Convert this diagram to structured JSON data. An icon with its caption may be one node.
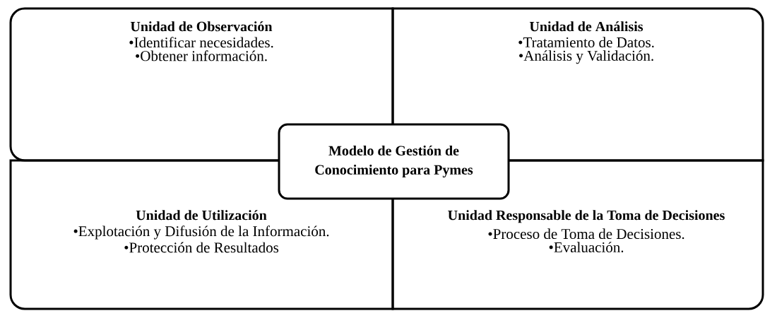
{
  "diagram": {
    "nodes": [
      {
        "text": [
          "Unidad de Observación",
          "•Identificar necesidades.",
          "•Obtener información."
        ]
      },
      {
        "text": [
          "Unidad de Análisis",
          "•Tratamiento de Datos.",
          "•Análisis y Validación."
        ]
      },
      {
        "text": [
          "Unidad de Utilización",
          "•Explotación y Difusión de la Información.",
          "•Protección de Resultados"
        ]
      },
      {
        "text": [
          "Unidad Responsable de la Toma de Decisiones",
          "•Proceso de Toma de Decisiones.",
          "•Evaluación."
        ]
      },
      {
        "text": [
          "Modelo de Gestión de Conocimiento para Pymes"
        ]
      }
    ]
  }
}
